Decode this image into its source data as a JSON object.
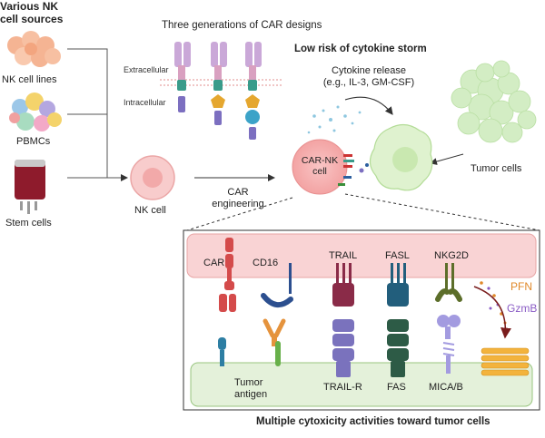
{
  "sources": {
    "title_line1": "Various NK",
    "title_line2": "cell sources",
    "nk_lines": "NK cell lines",
    "pbmcs": "PBMCs",
    "stem_cells": "Stem cells"
  },
  "car_designs": {
    "title": "Three generations of CAR designs",
    "extracellular": "Extracellular",
    "intracellular": "Intracellular"
  },
  "nk_cell": "NK cell",
  "engineering": {
    "line1": "CAR",
    "line2": "engineering"
  },
  "storm": {
    "title": "Low risk of cytokine storm",
    "release_line1": "Cytokine release",
    "release_line2": "(e.g., IL-3, GM-CSF)"
  },
  "car_nk": {
    "line1": "CAR-NK",
    "line2": "cell"
  },
  "tumor_cells": "Tumor cells",
  "receptors": {
    "car": "CAR",
    "cd16": "CD16",
    "trail": "TRAIL",
    "fasl": "FASL",
    "nkg2d": "NKG2D",
    "pfn": "PFN",
    "gzmb": "GzmB"
  },
  "ligands": {
    "tumor_antigen_line1": "Tumor",
    "tumor_antigen_line2": "antigen",
    "trail_r": "TRAIL-R",
    "fas": "FAS",
    "mica_b": "MICA/B"
  },
  "caption": "Multiple cytoxicity activities toward tumor cells"
}
